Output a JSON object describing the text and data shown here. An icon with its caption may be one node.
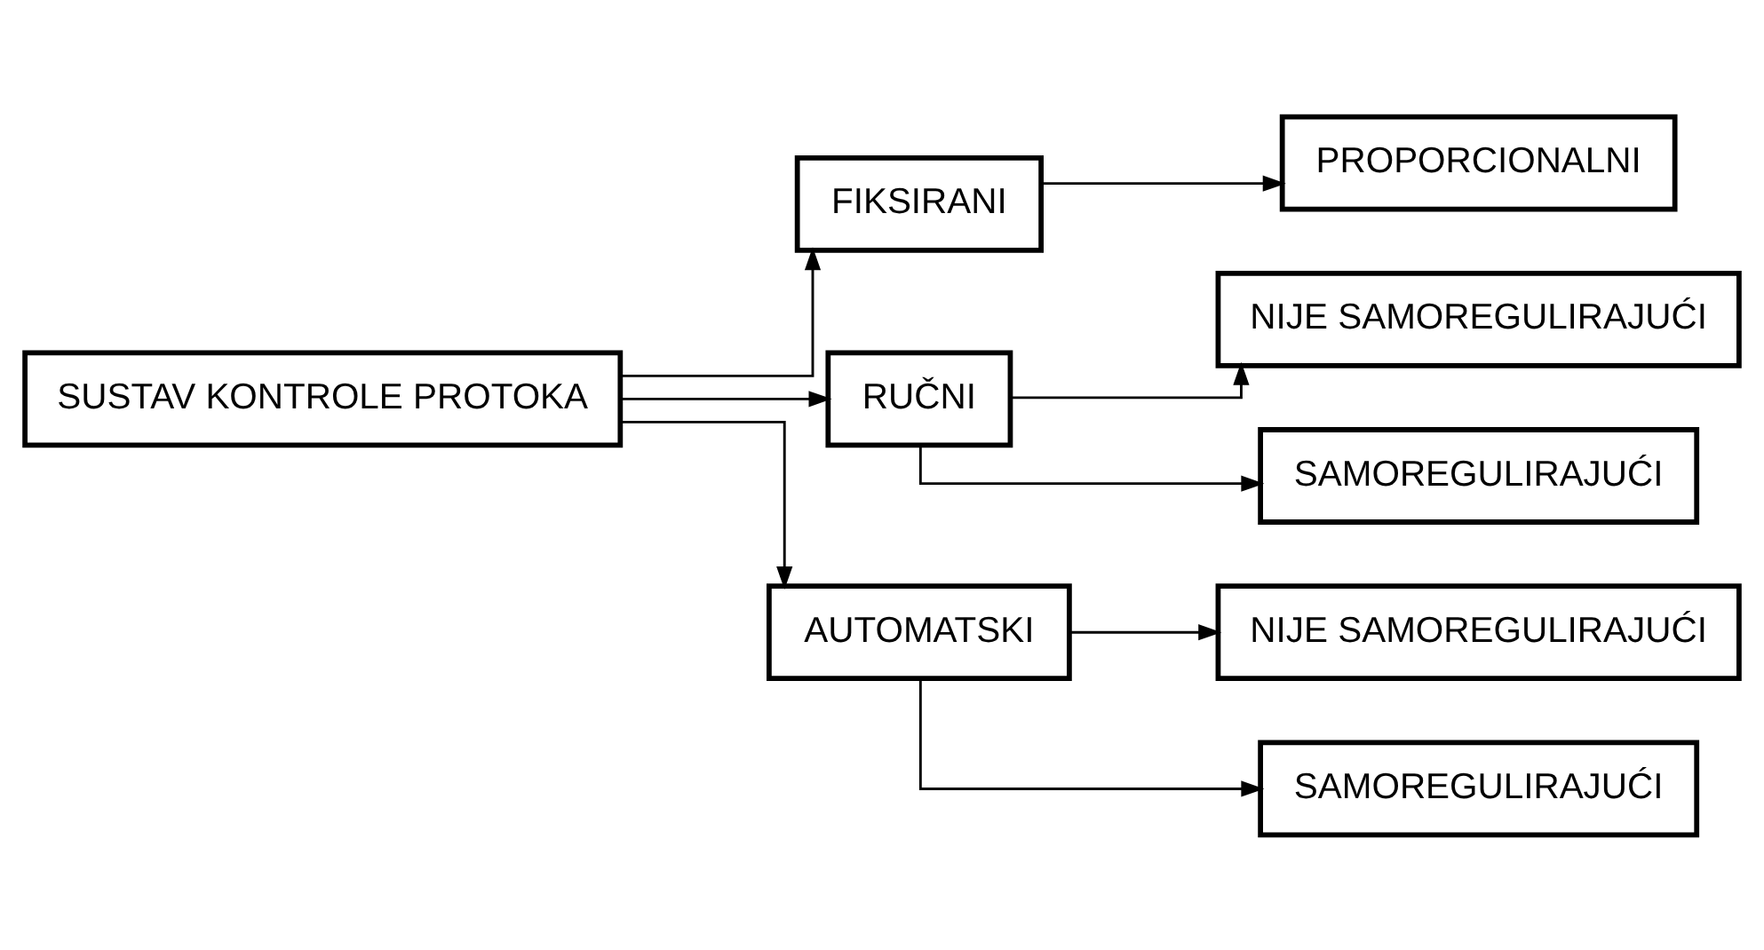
{
  "diagram": {
    "nodes": [
      {
        "text": [
          "SUSTAV KONTROLE PROTOKA"
        ]
      },
      {
        "text": [
          "FIKSIRANI"
        ]
      },
      {
        "text": [
          "PROPORCIONALNI"
        ]
      },
      {
        "text": [
          "RUČNI"
        ]
      },
      {
        "text": [
          "NIJE SAMOREGULIRAJUĆI"
        ]
      },
      {
        "text": [
          "SAMOREGULIRAJUĆI"
        ]
      },
      {
        "text": [
          "AUTOMATSKI"
        ]
      },
      {
        "text": [
          "NIJE SAMOREGULIRAJUĆI"
        ]
      },
      {
        "text": [
          "SAMOREGULIRAJUĆI"
        ]
      }
    ],
    "edges": [
      {
        "from": 0,
        "to": 1,
        "arrow": "to"
      },
      {
        "from": 0,
        "to": 3,
        "arrow": "to"
      },
      {
        "from": 0,
        "to": 6,
        "arrow": "to"
      },
      {
        "from": 1,
        "to": 2,
        "arrow": "to"
      },
      {
        "from": 3,
        "to": 4,
        "arrow": "to"
      },
      {
        "from": 3,
        "to": 5,
        "arrow": "to"
      },
      {
        "from": 6,
        "to": 7,
        "arrow": "to"
      },
      {
        "from": 6,
        "to": 8,
        "arrow": "to"
      }
    ]
  }
}
